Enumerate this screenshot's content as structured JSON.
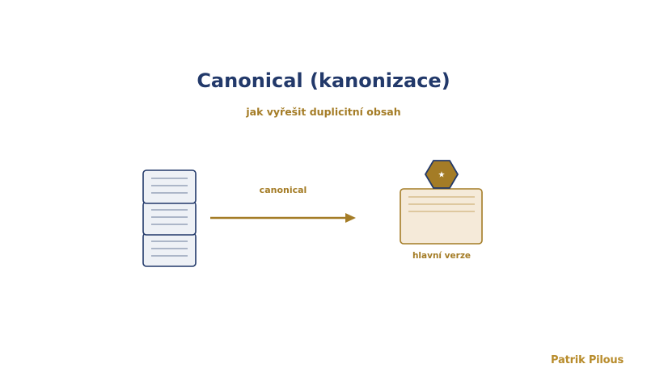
{
  "title": "Canonical (kanonizace)",
  "subtitle": "jak vyřešit duplicitní obsah",
  "diagram": {
    "arrow_label": "canonical",
    "main_label": "hlavní verze",
    "badge_symbol": "★",
    "duplicate_icon": "stacked-pages-icon",
    "canonical_icon": "canonical-page-icon"
  },
  "author": "Patrik Pilous",
  "colors": {
    "navy": "#22396a",
    "gold": "#a47c26",
    "page_fill": "#eef1f6",
    "canonical_fill": "#f5ead9"
  }
}
